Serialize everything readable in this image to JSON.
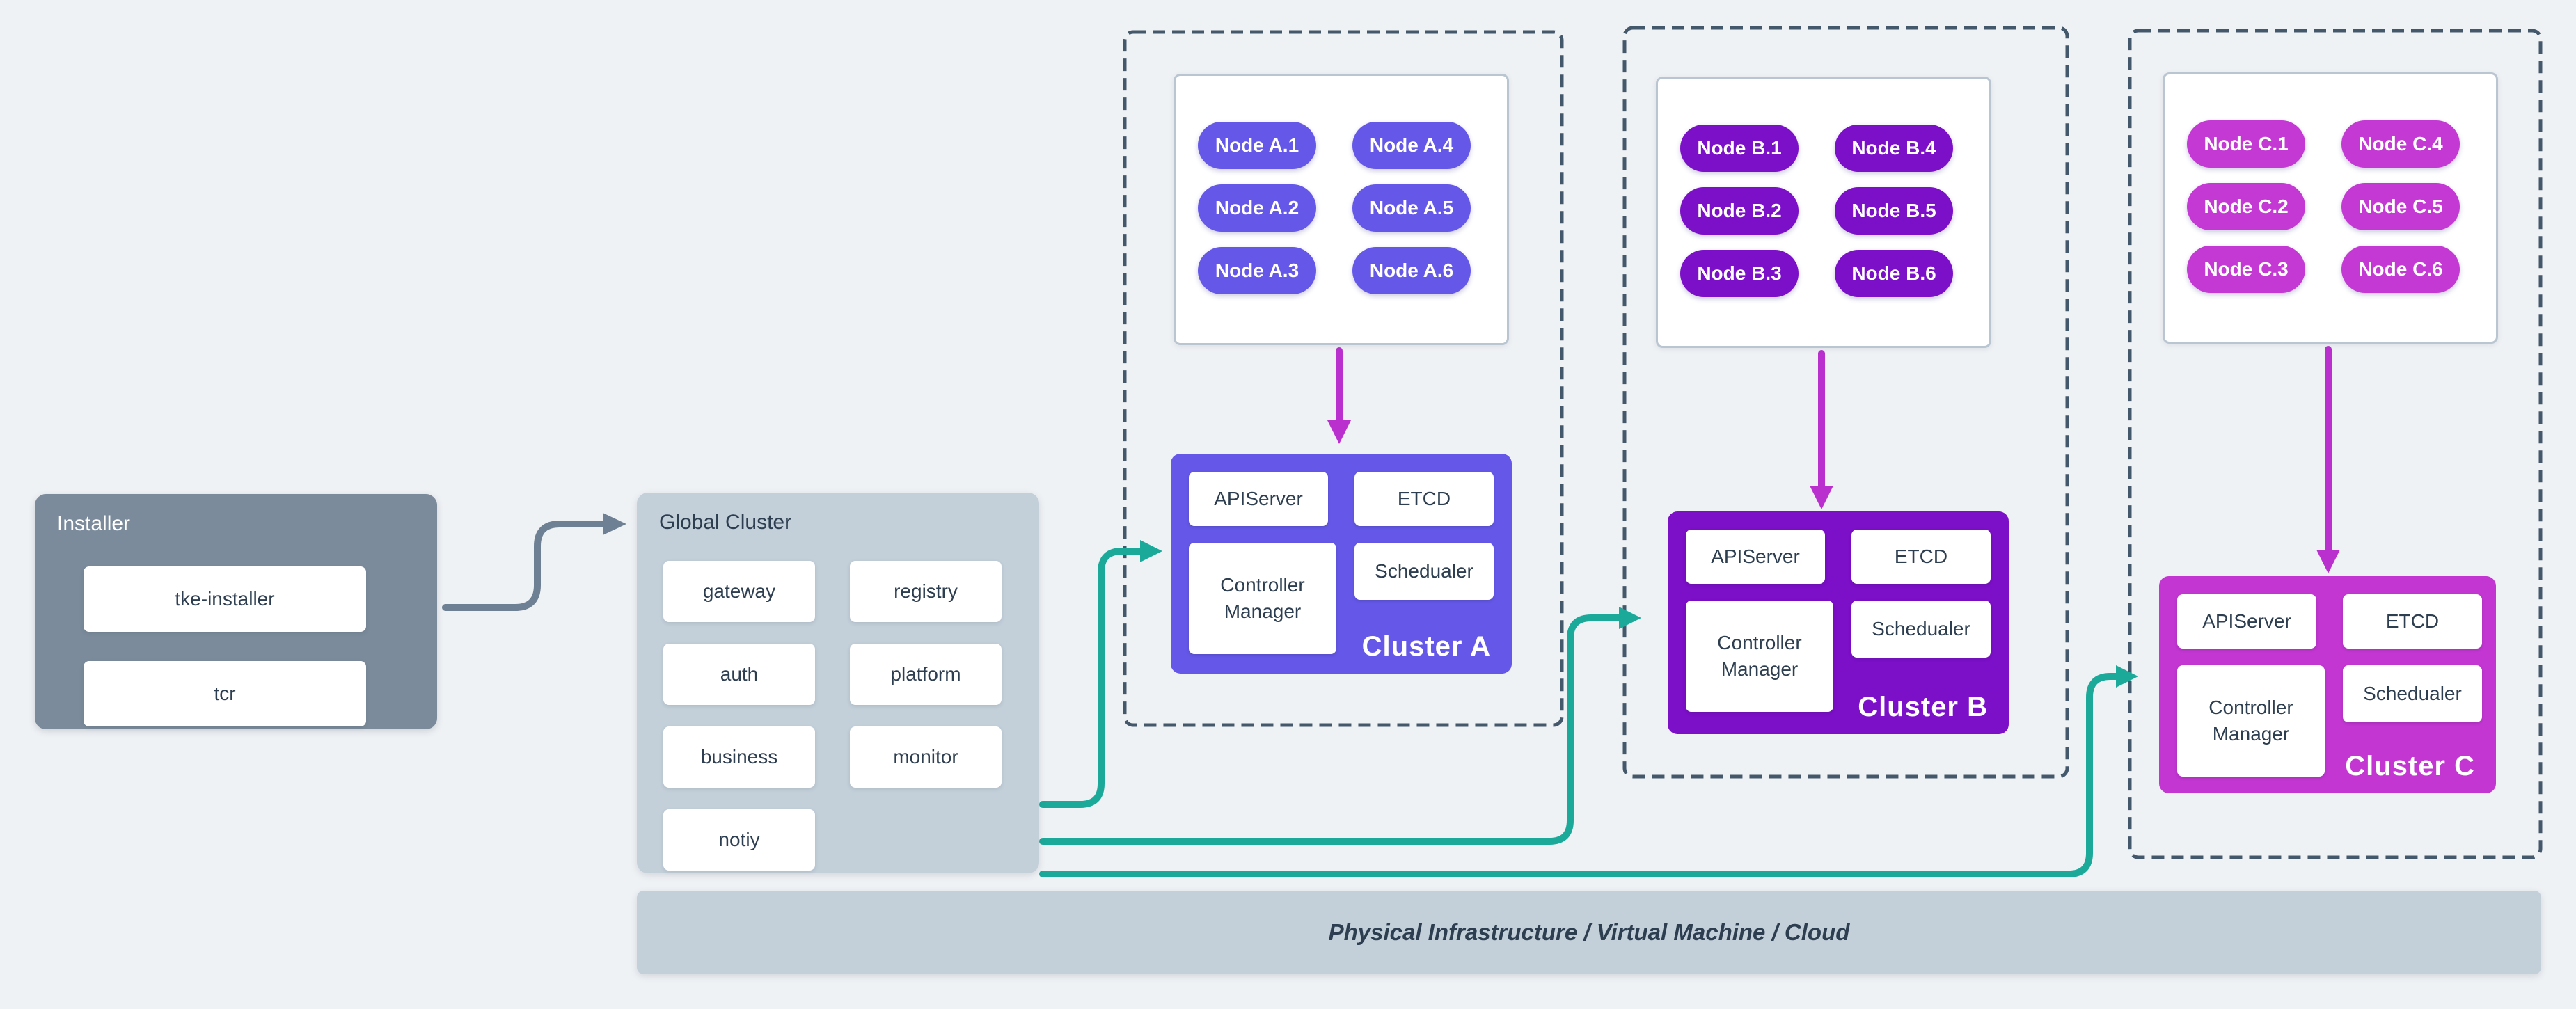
{
  "colors": {
    "background": "#eff2f5",
    "installer_panel": "#7b8b9b",
    "gray_panel": "#c3cfd9",
    "text_dark": "#2d3e50",
    "cluster_a": "#6558e8",
    "cluster_b": "#7c0fc8",
    "cluster_c": "#c336d2",
    "teal_connector": "#1ba99a",
    "magenta_connector": "#ba30cf",
    "gray_connector": "#6e8093",
    "dashed_border": "#44586c",
    "stack_shadow_near": "#5b6b7d",
    "stack_shadow_far": "#8494a4"
  },
  "installer": {
    "title": "Installer",
    "items": [
      "tke-installer",
      "tcr"
    ]
  },
  "global_cluster": {
    "title": "Global Cluster",
    "services": [
      "gateway",
      "registry",
      "auth",
      "platform",
      "business",
      "monitor",
      "notiy"
    ]
  },
  "clusters": [
    {
      "id": "A",
      "label": "Cluster A",
      "nodes": [
        "Node A.1",
        "Node A.2",
        "Node A.3",
        "Node A.4",
        "Node A.5",
        "Node A.6"
      ],
      "components": {
        "api": "APIServer",
        "etcd": "ETCD",
        "cm": "Controller Manager",
        "sched": "Schedualer"
      }
    },
    {
      "id": "B",
      "label": "Cluster B",
      "nodes": [
        "Node B.1",
        "Node B.2",
        "Node B.3",
        "Node B.4",
        "Node B.5",
        "Node B.6"
      ],
      "components": {
        "api": "APIServer",
        "etcd": "ETCD",
        "cm": "Controller Manager",
        "sched": "Schedualer"
      }
    },
    {
      "id": "C",
      "label": "Cluster C",
      "nodes": [
        "Node C.1",
        "Node C.2",
        "Node C.3",
        "Node C.4",
        "Node C.5",
        "Node C.6"
      ],
      "components": {
        "api": "APIServer",
        "etcd": "ETCD",
        "cm": "Controller Manager",
        "sched": "Schedualer"
      }
    }
  ],
  "infra_bar": {
    "label": "Physical Infrastructure / Virtual Machine / Cloud"
  }
}
